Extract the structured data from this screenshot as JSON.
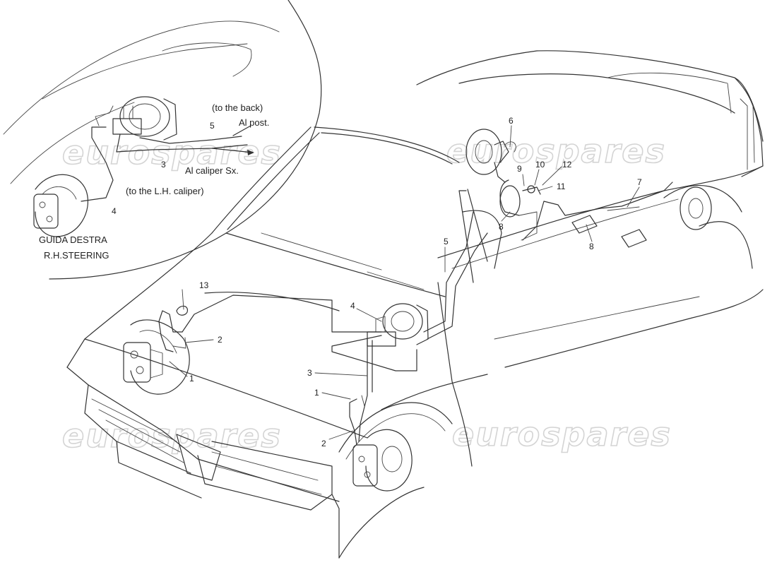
{
  "inset": {
    "to_back": "(to the back)",
    "al_post": "Al post.",
    "al_caliper": "Al caliper Sx.",
    "to_lh_caliper": "(to the L.H. caliper)",
    "guida_destra": "GUIDA DESTRA",
    "rh_steering": "R.H.STEERING",
    "labels": {
      "n3": "3",
      "n4": "4",
      "n5": "5"
    }
  },
  "callouts": {
    "c1a": "1",
    "c1b": "1",
    "c2a": "2",
    "c2b": "2",
    "c3": "3",
    "c4": "4",
    "c5": "5",
    "c6": "6",
    "c7": "7",
    "c8a": "8",
    "c8b": "8",
    "c9": "9",
    "c10": "10",
    "c11": "11",
    "c12": "12",
    "c13": "13"
  },
  "watermark": {
    "top_left": "eurospares",
    "top_right": "eurospares",
    "bottom_left": "eurospares",
    "bottom_right": "eurospares"
  }
}
